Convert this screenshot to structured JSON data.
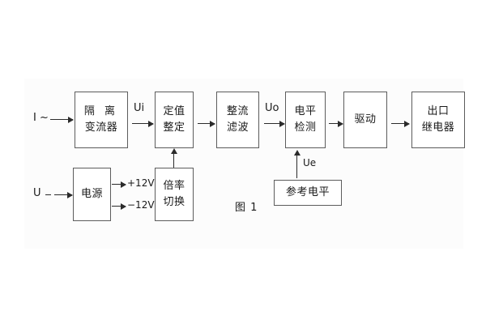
{
  "figure": {
    "caption": "图 1",
    "type": "block-diagram"
  },
  "inputs": {
    "current": "I ~",
    "voltage": "U"
  },
  "signals": {
    "ui": "Ui",
    "uo": "Uo",
    "ue": "Ue"
  },
  "power_rails": {
    "positive": "+12V",
    "negative": "−12V"
  },
  "blocks": {
    "isolation_ct": {
      "line1": "隔 离",
      "line2": "变流器"
    },
    "setting": {
      "line1": "定值",
      "line2": "整定"
    },
    "rectify_filter": {
      "line1": "整流",
      "line2": "滤波"
    },
    "level_detect": {
      "line1": "电平",
      "line2": "检测"
    },
    "drive": {
      "line1": "驱动"
    },
    "output_relay": {
      "line1": "出口",
      "line2": "继电器"
    },
    "power_supply": {
      "line1": "电源"
    },
    "multiplier_switch": {
      "line1": "倍率",
      "line2": "切换"
    },
    "reference_level": {
      "line1": "参考电平"
    }
  },
  "colors": {
    "box_border": "#5c5c5c",
    "line": "#2b2b2b",
    "text": "#1a1a1a",
    "background": "#ffffff",
    "panel": "#fcfcfc"
  }
}
